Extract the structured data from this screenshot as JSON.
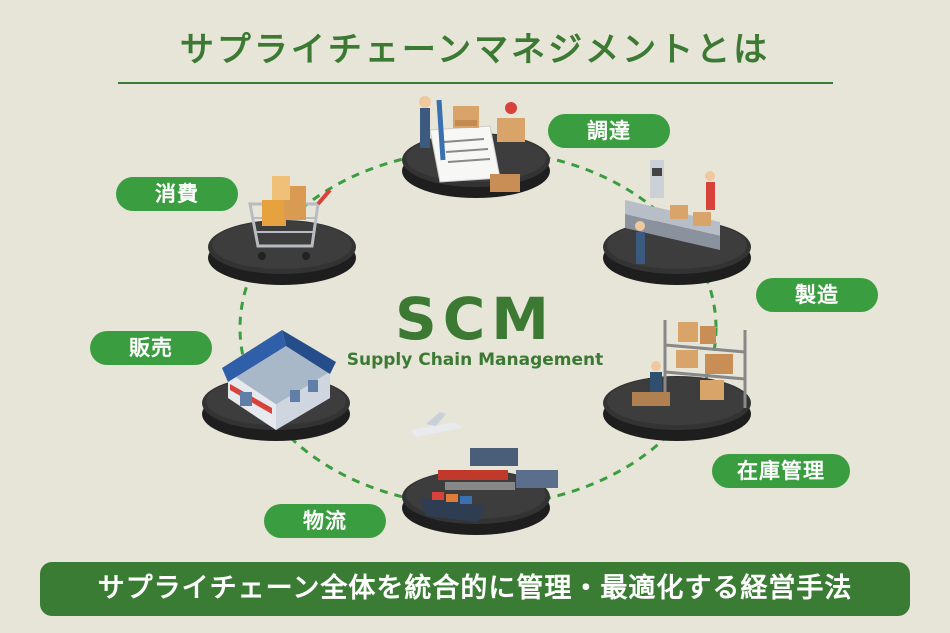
{
  "title": "サプライチェーンマネジメントとは",
  "center": {
    "abbr": "SCM",
    "full": "Supply Chain Management"
  },
  "stages": {
    "procurement": "調達",
    "manufacturing": "製造",
    "inventory": "在庫管理",
    "logistics": "物流",
    "sales": "販売",
    "consumption": "消費"
  },
  "banner": "サプライチェーン全体を統合的に管理・最適化する経営手法",
  "colors": {
    "background": "#e6e5d8",
    "brand_green": "#3c7a34",
    "pill_green": "#3a9d3f",
    "platform": "#2b2b2b"
  }
}
